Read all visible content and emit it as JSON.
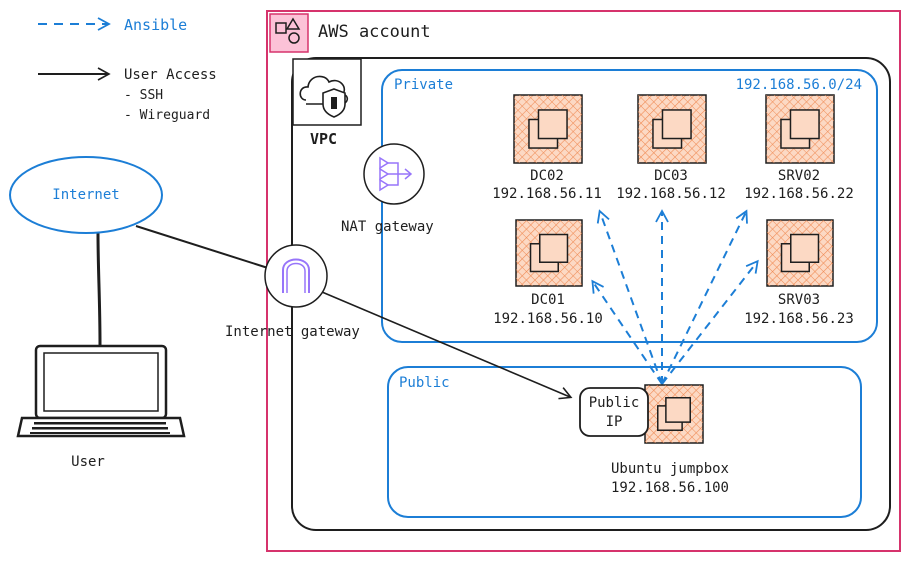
{
  "legend": {
    "ansible_label": "Ansible",
    "user_access_label": "User Access",
    "user_access_items": [
      "- SSH",
      "- Wireguard"
    ]
  },
  "aws_account": {
    "label": "AWS account"
  },
  "vpc": {
    "label": "VPC"
  },
  "private_subnet": {
    "label": "Private",
    "cidr": "192.168.56.0/24"
  },
  "public_subnet": {
    "label": "Public"
  },
  "nat_gateway": {
    "label": "NAT gateway"
  },
  "internet_gateway": {
    "label": "Internet gateway"
  },
  "internet": {
    "label": "Internet"
  },
  "user": {
    "label": "User"
  },
  "public_ip": {
    "line1": "Public",
    "line2": "IP"
  },
  "hosts": {
    "dc02": {
      "name": "DC02",
      "ip": "192.168.56.11"
    },
    "dc03": {
      "name": "DC03",
      "ip": "192.168.56.12"
    },
    "srv02": {
      "name": "SRV02",
      "ip": "192.168.56.22"
    },
    "dc01": {
      "name": "DC01",
      "ip": "192.168.56.10"
    },
    "srv03": {
      "name": "SRV03",
      "ip": "192.168.56.23"
    },
    "jumpbox": {
      "name": "Ubuntu jumpbox",
      "ip": "192.168.56.100"
    }
  },
  "colors": {
    "aws_border": "#d6336c",
    "subnet_border": "#1c7ed6",
    "ansible_arrow": "#1c7ed6",
    "instance_fill": "#fcd9c4",
    "instance_hatch": "#f08c56",
    "ink": "#1e1e1e",
    "igw_fill": "#f3f0ff",
    "igw_icon": "#9775fa"
  }
}
